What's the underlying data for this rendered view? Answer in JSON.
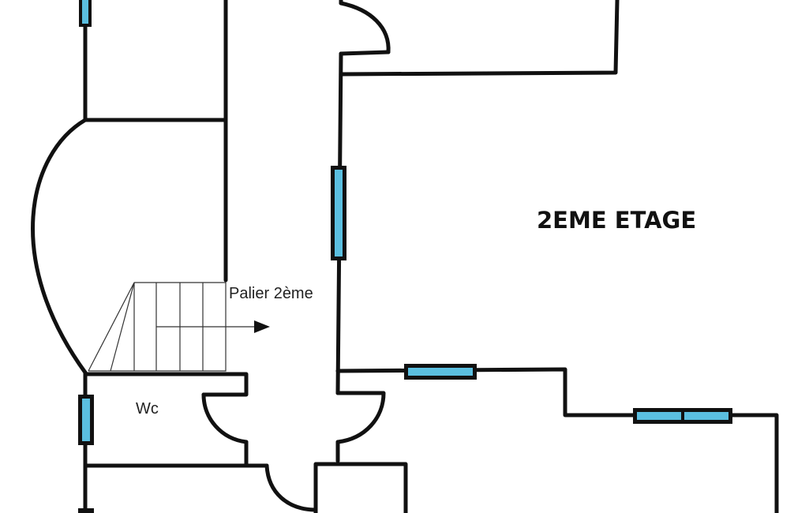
{
  "plan": {
    "floor_title": "2EME ETAGE",
    "landing_label": "Palier 2ème",
    "wc_label": "Wc",
    "colors": {
      "wall": "#111111",
      "window_glass": "#5bbfe0"
    }
  }
}
